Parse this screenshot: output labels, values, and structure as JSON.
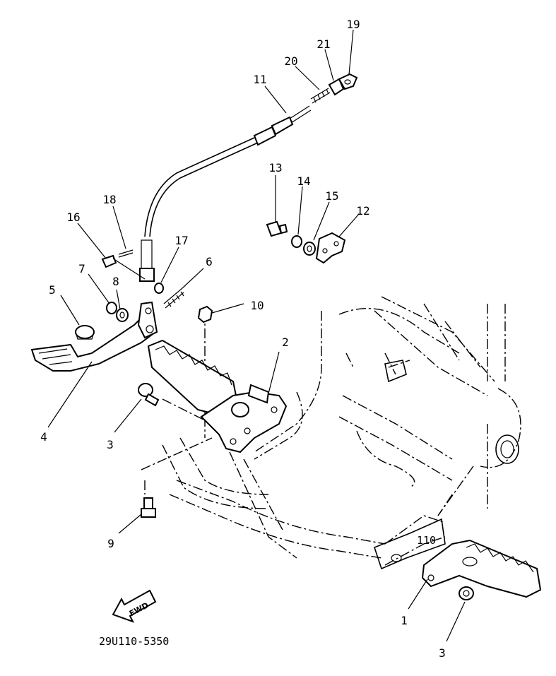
{
  "callouts": {
    "c1": "1",
    "c2": "2",
    "c3a": "3",
    "c3b": "3",
    "c4": "4",
    "c5": "5",
    "c6": "6",
    "c7": "7",
    "c8": "8",
    "c9": "9",
    "c10": "10",
    "c11": "11",
    "c12": "12",
    "c13": "13",
    "c14": "14",
    "c15": "15",
    "c16": "16",
    "c17": "17",
    "c18": "18",
    "c19": "19",
    "c20": "20",
    "c21": "21"
  },
  "fwd_label": "FWD",
  "diagram_code": "29U110-5350"
}
